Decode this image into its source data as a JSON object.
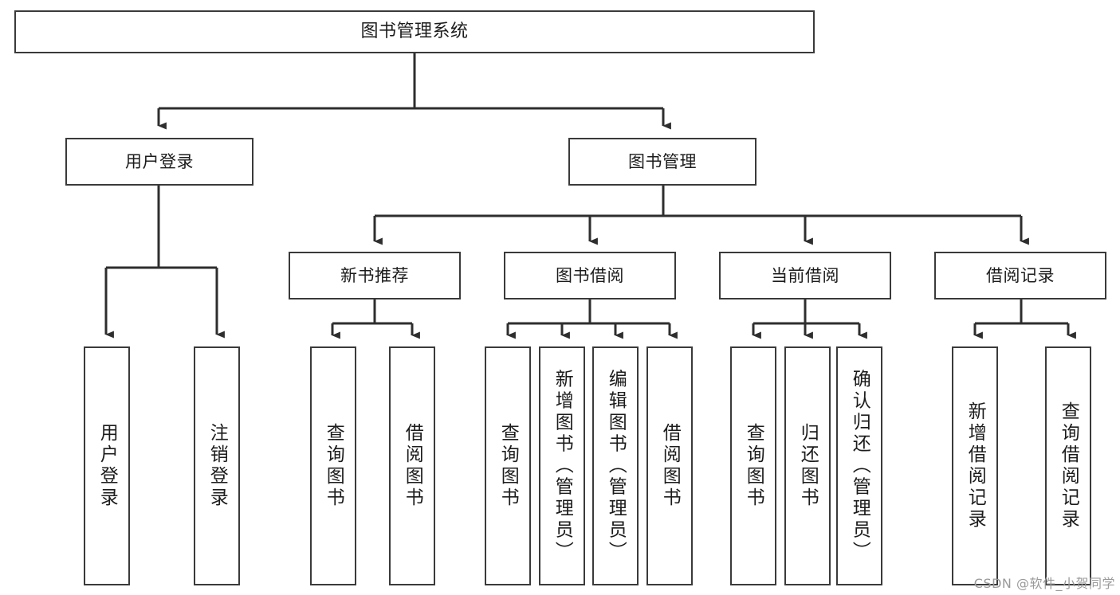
{
  "diagram": {
    "title": "图书管理系统",
    "type": "tree",
    "watermark": "CSDN @软件_小贺同学",
    "colors": {
      "background": "#ffffff",
      "box_fill": "#ffffff",
      "box_stroke": "#3a3a3a",
      "text": "#1c1c1c",
      "watermark": "#9a9a9a"
    }
  },
  "nodes": {
    "root": {
      "label": "图书管理系统"
    },
    "level2": [
      {
        "label": "用户登录"
      },
      {
        "label": "图书管理"
      }
    ],
    "level3": [
      {
        "label": "新书推荐"
      },
      {
        "label": "图书借阅"
      },
      {
        "label": "当前借阅"
      },
      {
        "label": "借阅记录"
      }
    ],
    "leaves": {
      "user_login": [
        {
          "label": "用户登录"
        },
        {
          "label": "注销登录"
        }
      ],
      "new_book_recommend": [
        {
          "label": "查询图书"
        },
        {
          "label": "借阅图书"
        }
      ],
      "book_borrow": [
        {
          "label": "查询图书"
        },
        {
          "label": "新增图书（管理员）"
        },
        {
          "label": "编辑图书（管理员）"
        },
        {
          "label": "借阅图书"
        }
      ],
      "current_borrow": [
        {
          "label": "查询图书"
        },
        {
          "label": "归还图书"
        },
        {
          "label": "确认归还（管理员）"
        }
      ],
      "borrow_record": [
        {
          "label": "新增借阅记录"
        },
        {
          "label": "查询借阅记录"
        }
      ]
    }
  }
}
